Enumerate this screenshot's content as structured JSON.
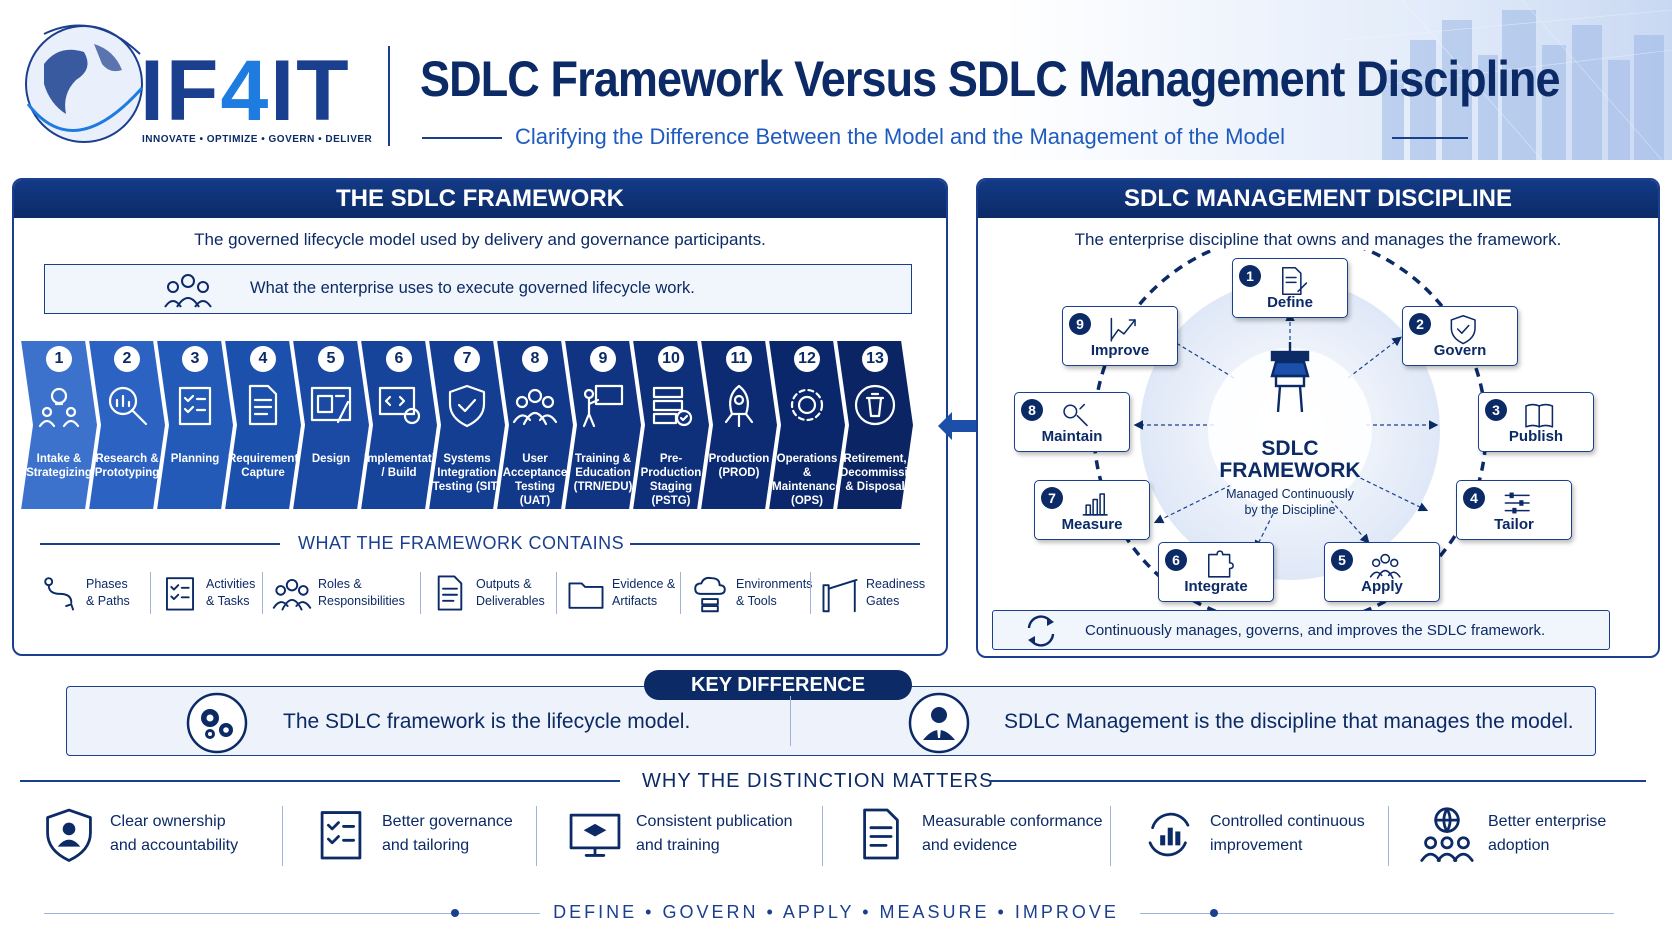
{
  "header": {
    "brand_prefix": "IF",
    "brand_digit": "4",
    "brand_suffix": "IT",
    "tagline": "INNOVATE • OPTIMIZE • GOVERN • DELIVER",
    "title": "SDLC Framework Versus SDLC Management Discipline",
    "subtitle": "Clarifying the Difference Between the Model and the Management of the Model"
  },
  "left": {
    "heading": "THE SDLC FRAMEWORK",
    "lead": "The governed lifecycle model used by delivery and governance participants.",
    "usage": "What the enterprise uses to execute governed lifecycle work.",
    "phases": [
      {
        "num": "1",
        "label": "Intake & Strategizing",
        "icon": "idea-people-icon"
      },
      {
        "num": "2",
        "label": "Research & Prototyping",
        "icon": "magnifier-chart-icon"
      },
      {
        "num": "3",
        "label": "Planning",
        "icon": "clipboard-checklist-icon"
      },
      {
        "num": "4",
        "label": "Requirements Capture",
        "icon": "document-icon"
      },
      {
        "num": "5",
        "label": "Design",
        "icon": "blueprint-icon"
      },
      {
        "num": "6",
        "label": "Implementation / Build",
        "icon": "code-gear-icon"
      },
      {
        "num": "7",
        "label": "Systems Integration Testing (SIT)",
        "icon": "shield-check-icon"
      },
      {
        "num": "8",
        "label": "User Acceptance Testing (UAT)",
        "icon": "team-check-icon"
      },
      {
        "num": "9",
        "label": "Training & Education (TRN/EDU)",
        "icon": "presenter-icon"
      },
      {
        "num": "10",
        "label": "Pre-Production Staging (PSTG)",
        "icon": "server-check-icon"
      },
      {
        "num": "11",
        "label": "Production (PROD)",
        "icon": "rocket-icon"
      },
      {
        "num": "12",
        "label": "Operations & Maintenance (OPS)",
        "icon": "gear-cycle-icon"
      },
      {
        "num": "13",
        "label": "Retirement, Decommissioning & Disposal",
        "icon": "trash-icon"
      }
    ],
    "contains_title": "WHAT THE FRAMEWORK CONTAINS",
    "contains": [
      {
        "l1": "Phases",
        "l2": "& Paths",
        "icon": "path-icon"
      },
      {
        "l1": "Activities",
        "l2": "& Tasks",
        "icon": "checklist-icon"
      },
      {
        "l1": "Roles &",
        "l2": "Responsibilities",
        "icon": "people-icon"
      },
      {
        "l1": "Outputs &",
        "l2": "Deliverables",
        "icon": "document-icon"
      },
      {
        "l1": "Evidence &",
        "l2": "Artifacts",
        "icon": "folder-icon"
      },
      {
        "l1": "Environments",
        "l2": "& Tools",
        "icon": "cloud-server-icon"
      },
      {
        "l1": "Readiness",
        "l2": "Gates",
        "icon": "barrier-gate-icon"
      }
    ]
  },
  "right": {
    "heading": "SDLC MANAGEMENT DISCIPLINE",
    "lead": "The enterprise discipline that owns and manages the framework.",
    "center_title_1": "SDLC",
    "center_title_2": "FRAMEWORK",
    "center_sub_1": "Managed Continuously",
    "center_sub_2": "by the Discipline",
    "nodes": [
      {
        "num": "1",
        "label": "Define",
        "icon": "document-pen-icon"
      },
      {
        "num": "2",
        "label": "Govern",
        "icon": "shield-check-icon"
      },
      {
        "num": "3",
        "label": "Publish",
        "icon": "open-book-icon"
      },
      {
        "num": "4",
        "label": "Tailor",
        "icon": "sliders-icon"
      },
      {
        "num": "5",
        "label": "Apply",
        "icon": "team-icon"
      },
      {
        "num": "6",
        "label": "Integrate",
        "icon": "puzzle-icon"
      },
      {
        "num": "7",
        "label": "Measure",
        "icon": "bar-chart-icon"
      },
      {
        "num": "8",
        "label": "Maintain",
        "icon": "gear-wrench-icon"
      },
      {
        "num": "9",
        "label": "Improve",
        "icon": "trend-up-icon"
      }
    ],
    "footer_note": "Continuously manages, governs, and improves the SDLC framework."
  },
  "key": {
    "label": "KEY DIFFERENCE",
    "left_text": "The SDLC framework is the lifecycle model.",
    "right_text": "SDLC Management is the discipline that manages the model."
  },
  "why": {
    "title": "WHY THE DISTINCTION MATTERS",
    "items": [
      {
        "l1": "Clear ownership",
        "l2": "and accountability",
        "icon": "shield-person-icon"
      },
      {
        "l1": "Better governance",
        "l2": "and tailoring",
        "icon": "clipboard-shield-icon"
      },
      {
        "l1": "Consistent publication",
        "l2": "and training",
        "icon": "monitor-graduation-icon"
      },
      {
        "l1": "Measurable conformance",
        "l2": "and evidence",
        "icon": "document-check-icon"
      },
      {
        "l1": "Controlled continuous",
        "l2": "improvement",
        "icon": "cycle-chart-icon"
      },
      {
        "l1": "Better enterprise",
        "l2": "adoption",
        "icon": "globe-people-icon"
      }
    ]
  },
  "footer": {
    "words": [
      "DEFINE",
      "GOVERN",
      "APPLY",
      "MEASURE",
      "IMPROVE"
    ]
  },
  "colors": {
    "navy": "#0b2a66",
    "blue": "#1b3f8f",
    "accent": "#1e7be0",
    "light": "#eef3fb"
  }
}
